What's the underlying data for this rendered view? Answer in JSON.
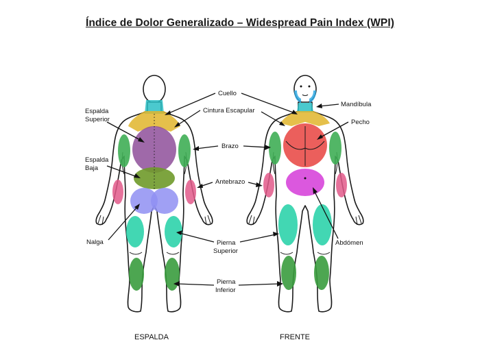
{
  "title": "Índice de Dolor Generalizado – Widespread Pain Index (WPI)",
  "labels": {
    "cuello": "Cuello",
    "cintura_escapular": "Cintura Escapular",
    "brazo": "Brazo",
    "antebrazo": "Antebrazo",
    "pierna_superior": [
      "Pierna",
      "Superior"
    ],
    "pierna_inferior": [
      "Pierna",
      "Inferior"
    ],
    "espalda_superior": [
      "Espalda",
      "Superior"
    ],
    "espalda_baja": [
      "Espalda",
      "Baja"
    ],
    "nalga": "Nalga",
    "mandibula": "Mandíbula",
    "pecho": "Pecho",
    "abdomen": "Abdómen"
  },
  "captions": {
    "back": "ESPALDA",
    "front": "FRENTE"
  },
  "colors": {
    "neck": "#2bbfc6",
    "shoulder_girdle": "#e0b52c",
    "upper_back": "#8e4f9a",
    "lower_back": "#6f9a2a",
    "arm": "#3fae55",
    "forearm": "#e2598a",
    "buttocks": "#8f8ff2",
    "upper_leg": "#2ed3ab",
    "lower_leg": "#3a9c3e",
    "jaw": "#2fa9e3",
    "chest": "#e8433f",
    "abdomen": "#d53bd8"
  }
}
